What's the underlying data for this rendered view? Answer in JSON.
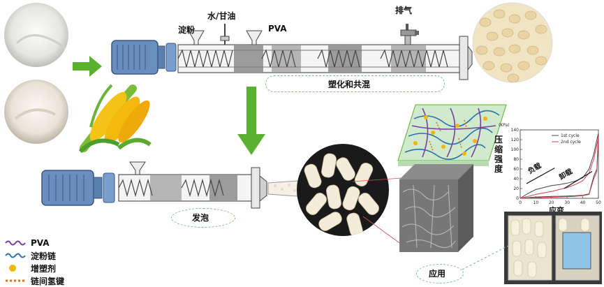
{
  "labels": {
    "starch": "淀粉",
    "water_glycerol": "水/甘油",
    "pva": "PVA",
    "exhaust": "排气",
    "plasticize_blend": "塑化和共混",
    "foaming": "发泡",
    "application": "应用"
  },
  "legend": [
    {
      "label": "PVA",
      "icon": "purple-wave-icon",
      "color": "#7b3fa0"
    },
    {
      "label": "淀粉链",
      "icon": "blue-wave-icon",
      "color": "#2f6fb0"
    },
    {
      "label": "增塑剂",
      "icon": "yellow-dot-icon",
      "color": "#f2b705"
    },
    {
      "label": "链间氢键",
      "icon": "dotted-line-icon",
      "color": "#e07020"
    }
  ],
  "chart": {
    "ylabel": "压缩强度",
    "yunit": "(KPa)",
    "xlabel": "应变",
    "yticks": [
      "140",
      "120",
      "100",
      "80",
      "60",
      "40",
      "20",
      "0"
    ],
    "xticks": [
      "0",
      "10",
      "20",
      "30",
      "40",
      "50"
    ],
    "legend_1": "1st cycle",
    "legend_2": "2nd cycle",
    "load": "负载",
    "unload": "卸载"
  },
  "chart_data": {
    "type": "line",
    "xlim": [
      0,
      50
    ],
    "ylim": [
      0,
      140
    ],
    "series": [
      {
        "name": "1st cycle",
        "color": "#444444",
        "x": [
          0,
          5,
          10,
          15,
          20,
          25,
          30,
          35,
          40,
          44,
          47,
          49,
          50
        ],
        "y": [
          0,
          10,
          18,
          22,
          26,
          28,
          31,
          35,
          42,
          60,
          90,
          120,
          133
        ]
      },
      {
        "name": "2nd cycle",
        "color": "#d04050",
        "x": [
          0,
          5,
          10,
          15,
          20,
          25,
          30,
          35,
          40,
          44,
          47,
          49,
          50
        ],
        "y": [
          0,
          4,
          8,
          11,
          14,
          18,
          22,
          28,
          36,
          52,
          80,
          110,
          125
        ]
      }
    ]
  }
}
